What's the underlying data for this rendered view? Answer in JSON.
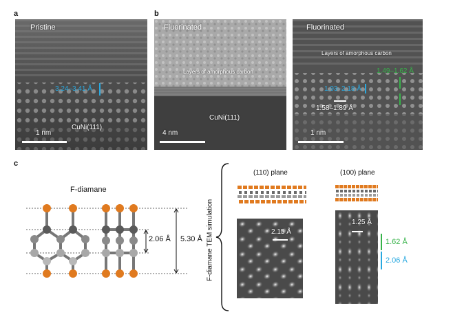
{
  "panels": {
    "a": {
      "letter": "a",
      "title": "Pristine",
      "measure": "3.24–3.41 Å",
      "substrate": "CuNi(111)",
      "scalebar": "1 nm"
    },
    "b1": {
      "letter": "b",
      "title": "Fluorinated",
      "amorphous": "Layers of amorphous carbon",
      "substrate": "CuNi(111)",
      "scalebar": "4 nm"
    },
    "b2": {
      "title": "Fluorinated",
      "amorphous": "Layers of amorphous carbon",
      "measure_green": "1.49–1.62 Å",
      "measure_blue": "1.93–2.18 Å",
      "measure_white": "1.58–1.89 Å",
      "scalebar": "1 nm"
    },
    "c": {
      "letter": "c",
      "model_title": "F-diamane",
      "dim_inner": "2.06 Å",
      "dim_outer": "5.30 Å",
      "sim_label": "F-diamane TEM simulation",
      "plane110": "(110) plane",
      "plane100": "(100) plane",
      "sim110_measure": "2.15 Å",
      "sim100_measure": "1.25 Å",
      "sim100_green": "1.62 Å",
      "sim100_blue": "2.06 Å"
    }
  },
  "colors": {
    "blue": "#29a9e0",
    "green": "#37b34a",
    "fluorine": "#e07a1f",
    "carbon_dark": "#5a5a5a",
    "carbon_light": "#a8a8a8"
  }
}
